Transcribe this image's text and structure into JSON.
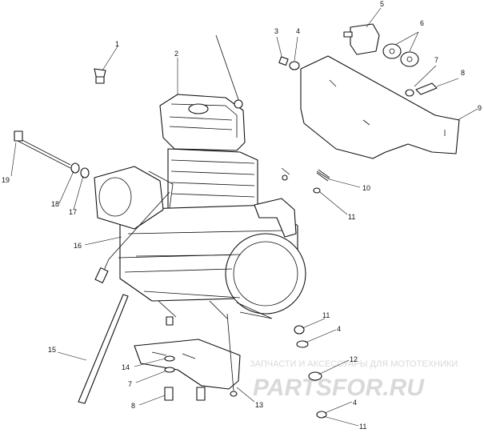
{
  "callouts": [
    {
      "id": "c1",
      "label": "1"
    },
    {
      "id": "c2",
      "label": "2"
    },
    {
      "id": "c3",
      "label": "3"
    },
    {
      "id": "c4",
      "label": "4"
    },
    {
      "id": "c5",
      "label": "5"
    },
    {
      "id": "c6",
      "label": "6"
    },
    {
      "id": "c7",
      "label": "7"
    },
    {
      "id": "c8",
      "label": "8"
    },
    {
      "id": "c9",
      "label": "9"
    },
    {
      "id": "c10",
      "label": "10"
    },
    {
      "id": "c11a",
      "label": "11"
    },
    {
      "id": "c11b",
      "label": "11"
    },
    {
      "id": "c4b",
      "label": "4"
    },
    {
      "id": "c12",
      "label": "12"
    },
    {
      "id": "c4c",
      "label": "4"
    },
    {
      "id": "c11c",
      "label": "11"
    },
    {
      "id": "c13",
      "label": "13"
    },
    {
      "id": "c14",
      "label": "14"
    },
    {
      "id": "c7b",
      "label": "7"
    },
    {
      "id": "c8b",
      "label": "8"
    },
    {
      "id": "c15",
      "label": "15"
    },
    {
      "id": "c16",
      "label": "16"
    },
    {
      "id": "c17",
      "label": "17"
    },
    {
      "id": "c18",
      "label": "18"
    },
    {
      "id": "c19",
      "label": "19"
    }
  ],
  "watermark": {
    "tagline": "ЗАПЧАСТИ И АКСЕССУАРЫ ДЛЯ МОТОТЕХНИКИ",
    "logo": "PARTSFOR.RU"
  }
}
